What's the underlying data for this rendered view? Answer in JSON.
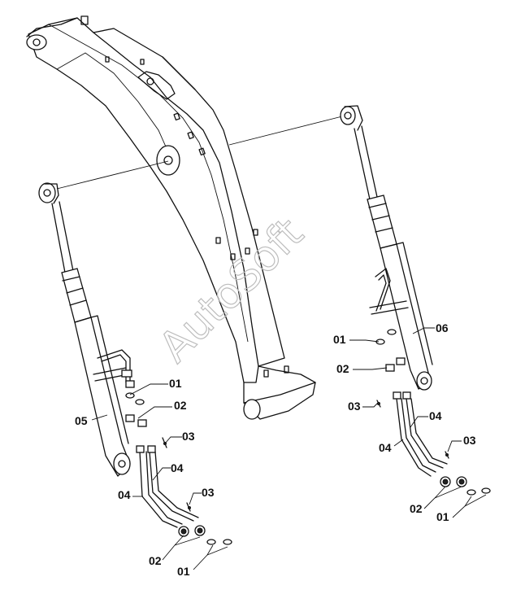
{
  "watermark": "AutoSoft",
  "callouts": {
    "left": {
      "c01a": "01",
      "c02a": "02",
      "c03a": "03",
      "c05": "05",
      "c04a": "04",
      "c04b": "04",
      "c03b": "03",
      "c02b": "02",
      "c01b": "01"
    },
    "right": {
      "c01a": "01",
      "c02a": "02",
      "c03a": "03",
      "c06": "06",
      "c04a": "04",
      "c04b": "04",
      "c03b": "03",
      "c02b": "02",
      "c01b": "01"
    }
  }
}
